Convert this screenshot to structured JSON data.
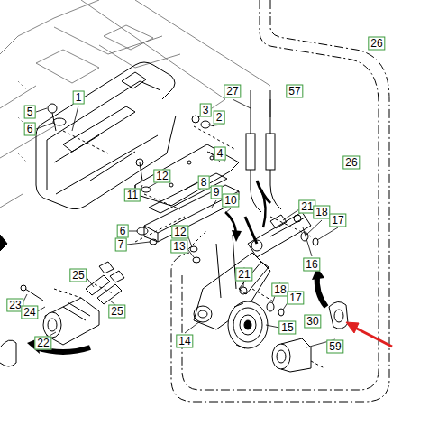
{
  "diagram": {
    "labels": [
      "26",
      "1",
      "27",
      "57",
      "5",
      "3",
      "2",
      "6",
      "26",
      "4",
      "12",
      "8",
      "11",
      "9",
      "10",
      "21",
      "18",
      "17",
      "6",
      "12",
      "7",
      "13",
      "16",
      "25",
      "21",
      "23",
      "24",
      "25",
      "18",
      "17",
      "14",
      "15",
      "30",
      "22",
      "59"
    ]
  }
}
